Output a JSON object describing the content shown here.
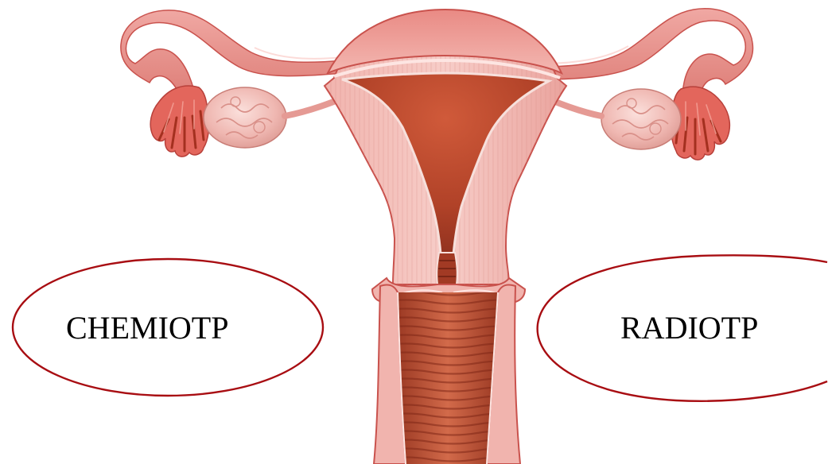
{
  "diagram": {
    "labels": {
      "left_oval": "CHEMIOTP",
      "right_oval": "RADIOTP"
    },
    "colors": {
      "background": "#ffffff",
      "oval_stroke": "#a80d12",
      "tissue_pink": "#eaa7a4",
      "tissue_light": "#f4c7c3",
      "cavity_red": "#b94a32",
      "deep_red": "#8f2b1d",
      "outline": "#c9524d"
    },
    "illustration": "uterus-anatomy"
  }
}
